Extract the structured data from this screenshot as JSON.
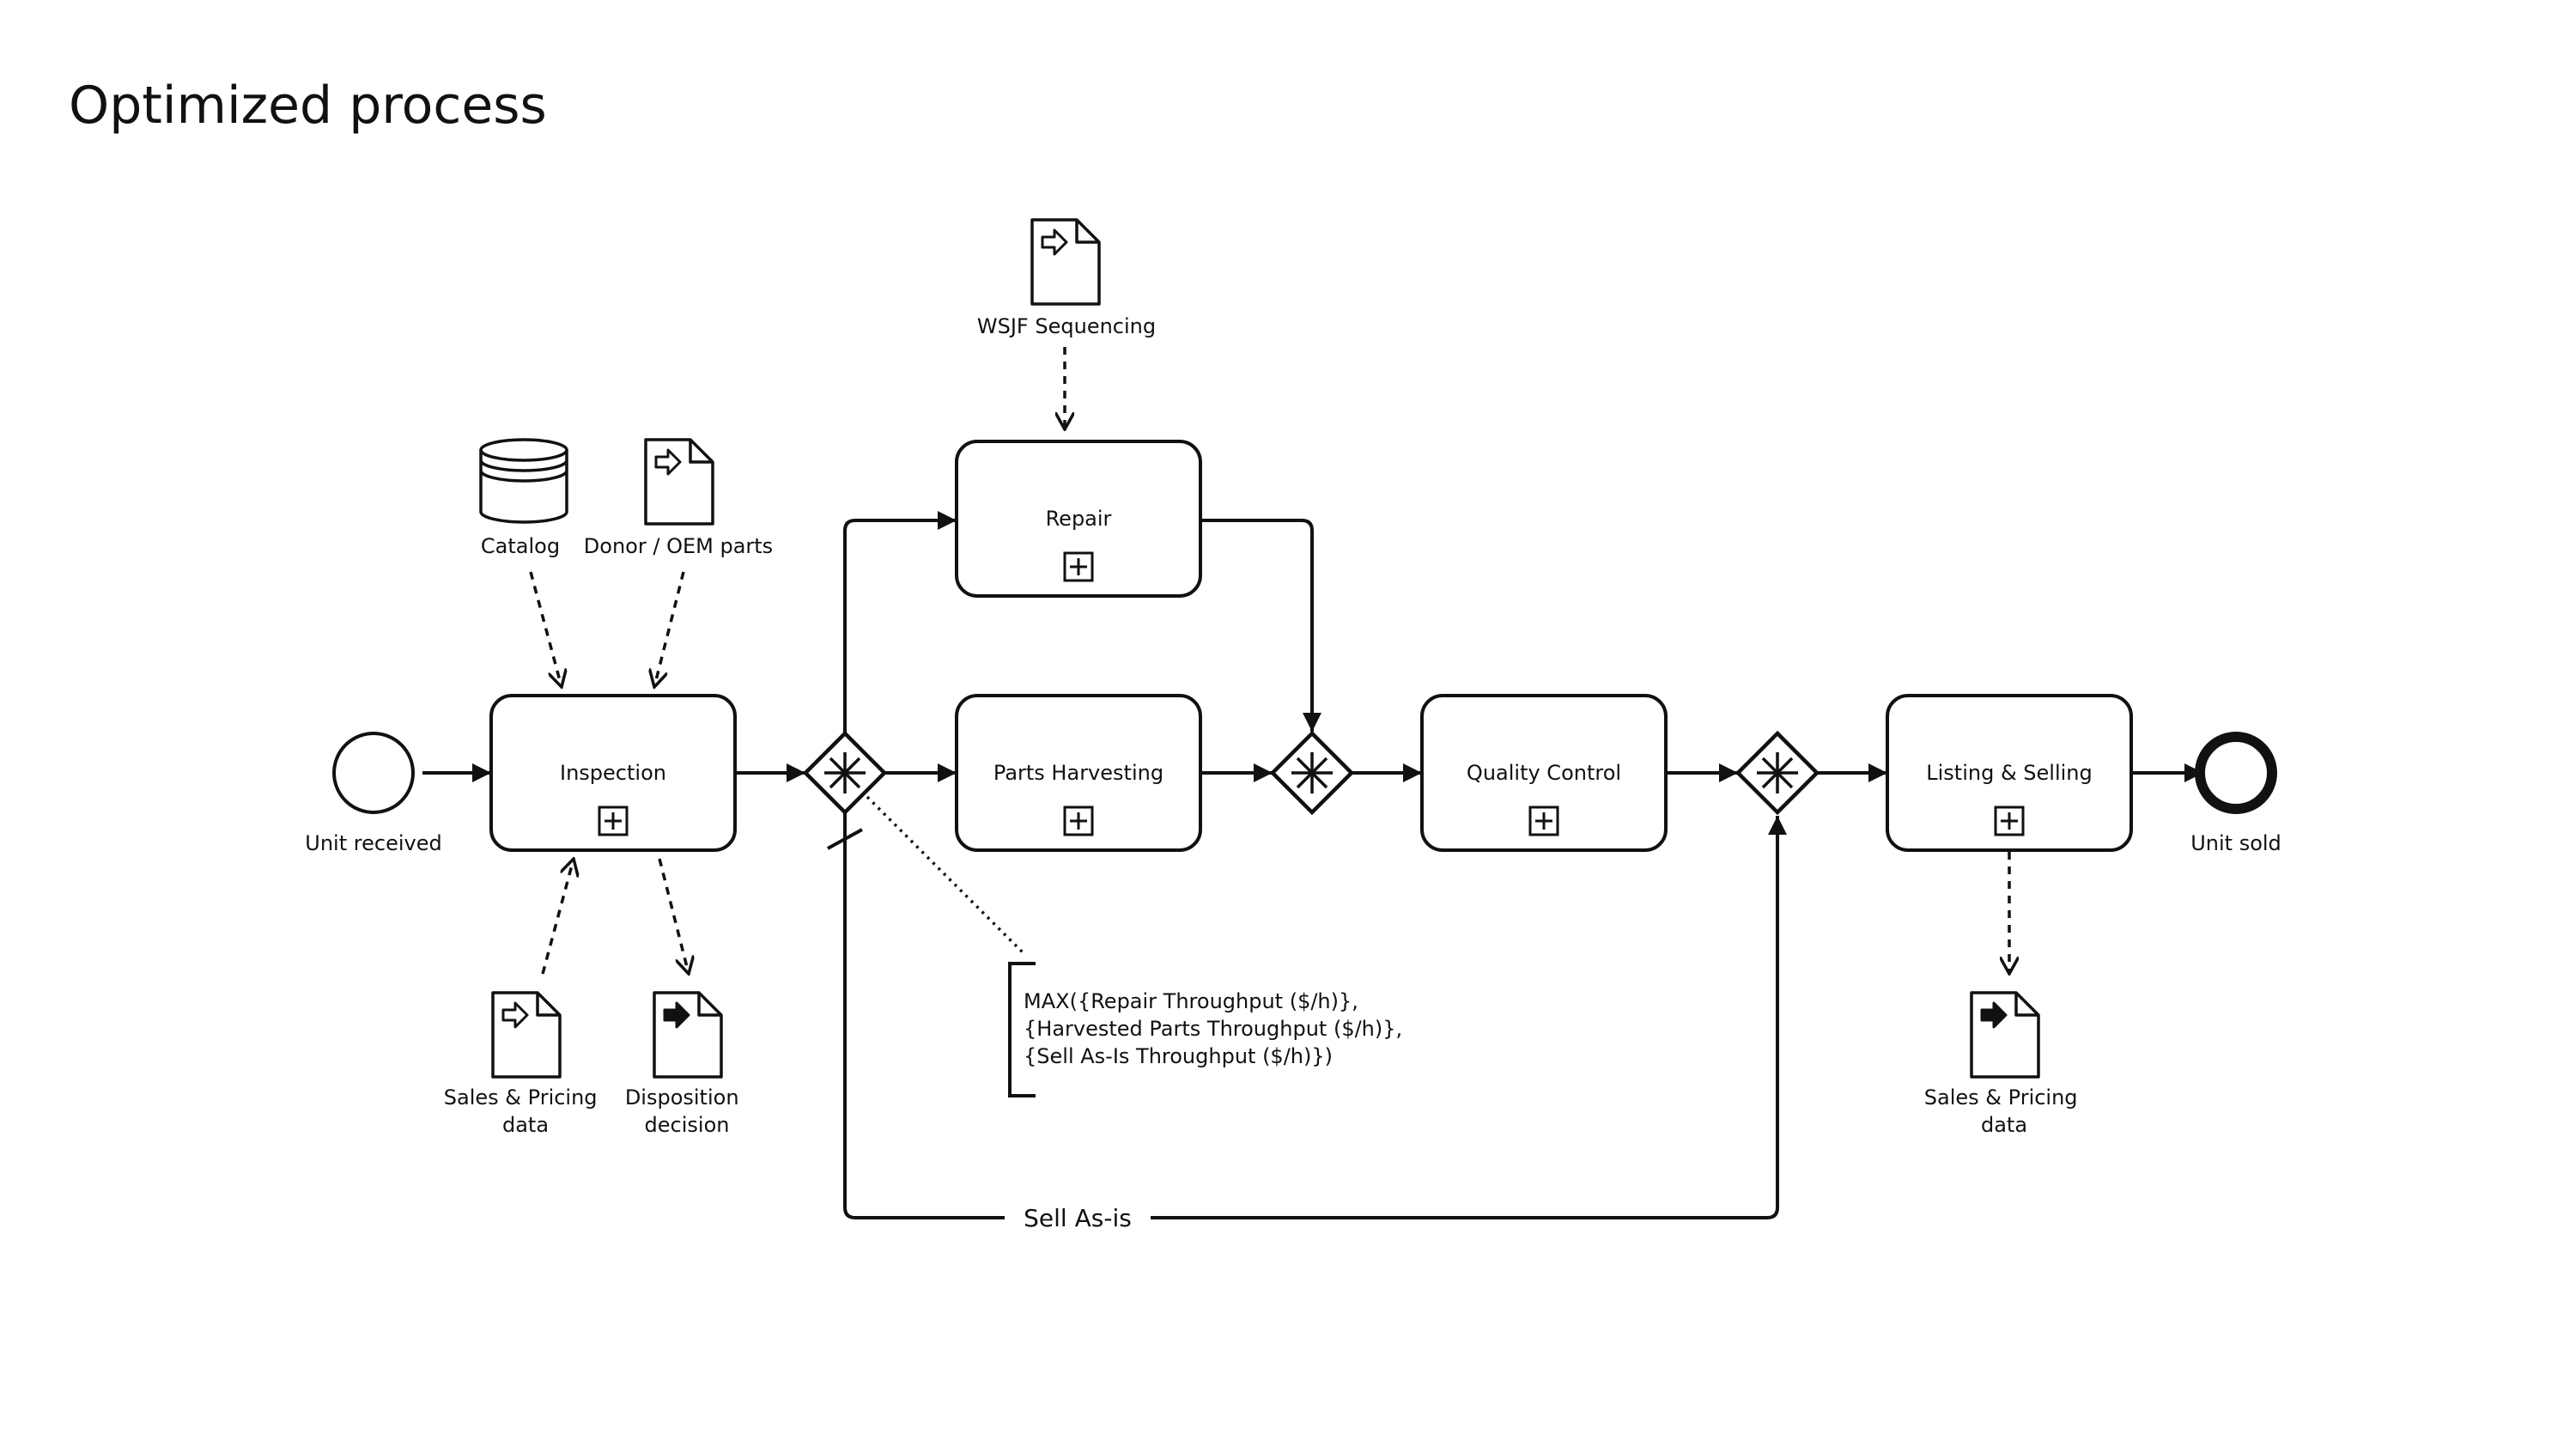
{
  "page": {
    "title": "Optimized process"
  },
  "events": {
    "start": "Unit received",
    "end": "Unit sold"
  },
  "tasks": {
    "inspection": "Inspection",
    "repair": "Repair",
    "parts_harvesting": "Parts Harvesting",
    "quality_control": "Quality Control",
    "listing_selling": "Listing & Selling"
  },
  "data_objects": {
    "catalog": "Catalog",
    "donor_oem_parts": "Donor / OEM parts",
    "wsjf_sequencing": "WSJF Sequencing",
    "sales_pricing_in": [
      "Sales & Pricing",
      "data"
    ],
    "disposition_decision": [
      "Disposition",
      "decision"
    ],
    "sales_pricing_out": [
      "Sales & Pricing",
      "data"
    ]
  },
  "annotation": {
    "lines": [
      "MAX({Repair Throughput ($/h)},",
      "{Harvested Parts Throughput ($/h)},",
      "{Sell As-Is Throughput ($/h)})"
    ]
  },
  "flow_labels": {
    "sell_as_is": "Sell As-is"
  },
  "icons": {
    "gateway": "complex-gateway-icon",
    "subprocess": "subprocess-plus-icon",
    "input_doc": "data-input-icon",
    "output_doc": "data-output-icon",
    "datastore": "datastore-icon"
  }
}
